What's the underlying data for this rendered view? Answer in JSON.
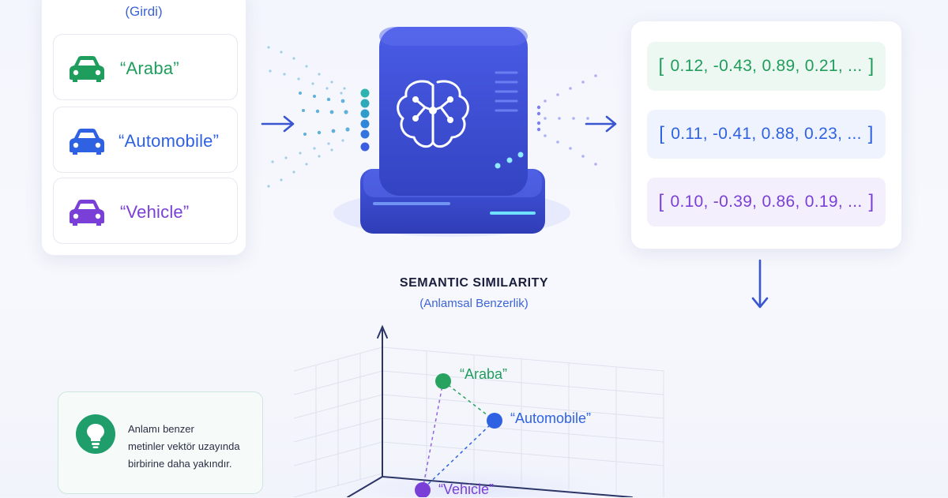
{
  "input": {
    "subtitle": "(Girdi)",
    "items": [
      {
        "word": "“Araba”",
        "color": "#1f9d5c",
        "icon": "car-icon"
      },
      {
        "word": "“Automobile”",
        "color": "#2f62e3",
        "icon": "car-icon"
      },
      {
        "word": "“Vehicle”",
        "color": "#7a3fd6",
        "icon": "car-icon"
      }
    ]
  },
  "model": {
    "icon": "brain-icon",
    "color": "#3f4fd8"
  },
  "vectors": [
    {
      "text": "0.12, -0.43, 0.89, 0.21, ...",
      "color": "#1f9d5c",
      "bg": "#eef8f2"
    },
    {
      "text": "0.11, -0.41, 0.88, 0.23, ...",
      "color": "#2f62e3",
      "bg": "#eef3fd"
    },
    {
      "text": "0.10, -0.39, 0.86, 0.19, ...",
      "color": "#7a3fd6",
      "bg": "#f4effc"
    }
  ],
  "similarity": {
    "title": "SEMANTIC SIMILARITY",
    "subtitle": "(Anlamsal Benzerlik)",
    "points": [
      {
        "label": "“Araba”",
        "color": "#27a35f"
      },
      {
        "label": "“Automobile”",
        "color": "#2f62e3"
      },
      {
        "label": "“Vehicle”",
        "color": "#7a3fd6"
      }
    ]
  },
  "tip": {
    "icon": "lightbulb-icon",
    "lines": [
      "Anlamı benzer",
      "metinler vektör uzayında",
      "birbirine daha yakındır."
    ]
  },
  "colors": {
    "arrow": "#3a55d0",
    "accent": "#3c64d6",
    "tip_green": "#1f9d6a"
  }
}
